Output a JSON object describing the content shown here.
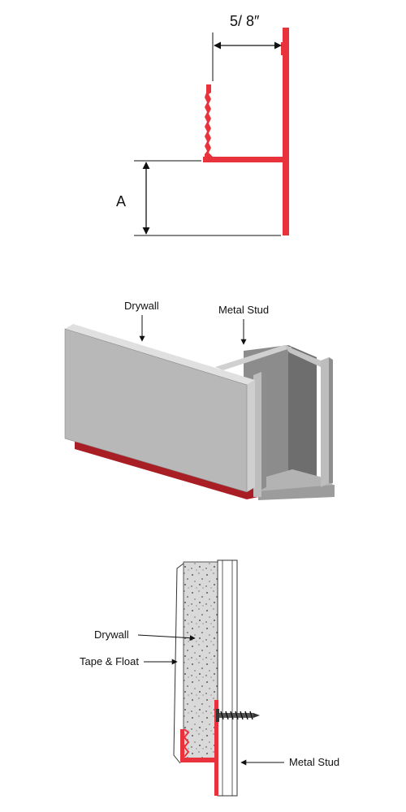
{
  "profile": {
    "width_label": "5/ 8″",
    "height_label": "A"
  },
  "isometric": {
    "drywall_label": "Drywall",
    "stud_label": "Metal Stud"
  },
  "section": {
    "drywall_label": "Drywall",
    "tape_label": "Tape & Float",
    "stud_label": "Metal Stud"
  },
  "colors": {
    "trim_red": "#e8323c",
    "trim_dark_red": "#a81e24",
    "drywall_face": "#b8b8b8",
    "drywall_edge": "#dcdcdc",
    "stud_gray": "#9a9a9a",
    "stud_dark": "#6e6e6e",
    "core_fill": "#d9d9d9"
  }
}
